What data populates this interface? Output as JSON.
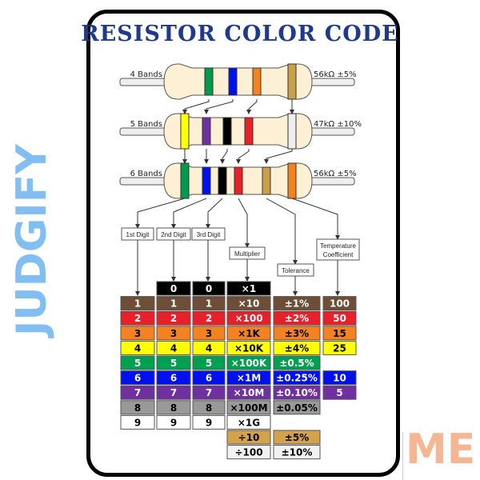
{
  "title": "RESISTOR COLOR CODE",
  "watermark": {
    "part1": "JUDGIFY",
    "part2": "ME"
  },
  "resistors": [
    {
      "label": "4 Bands",
      "value": "56kΩ ±5%",
      "bands": [
        "#009a4e",
        "#0011ee",
        "#f58220",
        "#c9a14a"
      ]
    },
    {
      "label": "5 Bands",
      "value": "47kΩ ±10%",
      "bands": [
        "#ffff00",
        "#7030a0",
        "#000000",
        "#e8202a",
        "#eeeeee"
      ]
    },
    {
      "label": "6 Bands",
      "value": "56kΩ ±5%",
      "bands": [
        "#009a4e",
        "#0011ee",
        "#000000",
        "#e8202a",
        "#c9a14a",
        "#f58220"
      ]
    }
  ],
  "column_labels": [
    "1st Digit",
    "2nd Digit",
    "3rd Digit",
    "Multiplier",
    "Tolerance",
    "Temperature",
    "Coefficient"
  ],
  "table": [
    {
      "color": "#000000",
      "text": "#ffffff",
      "cells": [
        null,
        "0",
        "0",
        "×1",
        null,
        null
      ]
    },
    {
      "color": "#6f4e37",
      "text": "#ffffff",
      "cells": [
        "1",
        "1",
        "1",
        "×10",
        "±1%",
        "100"
      ]
    },
    {
      "color": "#e8202a",
      "text": "#ffffff",
      "cells": [
        "2",
        "2",
        "2",
        "×100",
        "±2%",
        "50"
      ]
    },
    {
      "color": "#f58220",
      "text": "#000000",
      "cells": [
        "3",
        "3",
        "3",
        "×1K",
        "±3%",
        "15"
      ]
    },
    {
      "color": "#ffff00",
      "text": "#000000",
      "cells": [
        "4",
        "4",
        "4",
        "×10K",
        "±4%",
        "25"
      ]
    },
    {
      "color": "#00a050",
      "text": "#ffffff",
      "cells": [
        "5",
        "5",
        "5",
        "×100K",
        "±0.5%",
        null
      ]
    },
    {
      "color": "#0011ee",
      "text": "#ffffff",
      "cells": [
        "6",
        "6",
        "6",
        "×1M",
        "±0.25%",
        "10"
      ]
    },
    {
      "color": "#7030a0",
      "text": "#ffffff",
      "cells": [
        "7",
        "7",
        "7",
        "×10M",
        "±0.10%",
        "5"
      ]
    },
    {
      "color": "#999999",
      "text": "#000000",
      "cells": [
        "8",
        "8",
        "8",
        "×100M",
        "±0.05%",
        null
      ]
    },
    {
      "color": "#ffffff",
      "text": "#000000",
      "cells": [
        "9",
        "9",
        "9",
        "×1G",
        null,
        null
      ]
    },
    {
      "color": "#d4a24c",
      "text": "#000000",
      "cells": [
        null,
        null,
        null,
        "÷10",
        "±5%",
        null
      ]
    },
    {
      "color": "#f2f2f2",
      "text": "#000000",
      "cells": [
        null,
        null,
        null,
        "÷100",
        "±10%",
        null
      ]
    }
  ]
}
